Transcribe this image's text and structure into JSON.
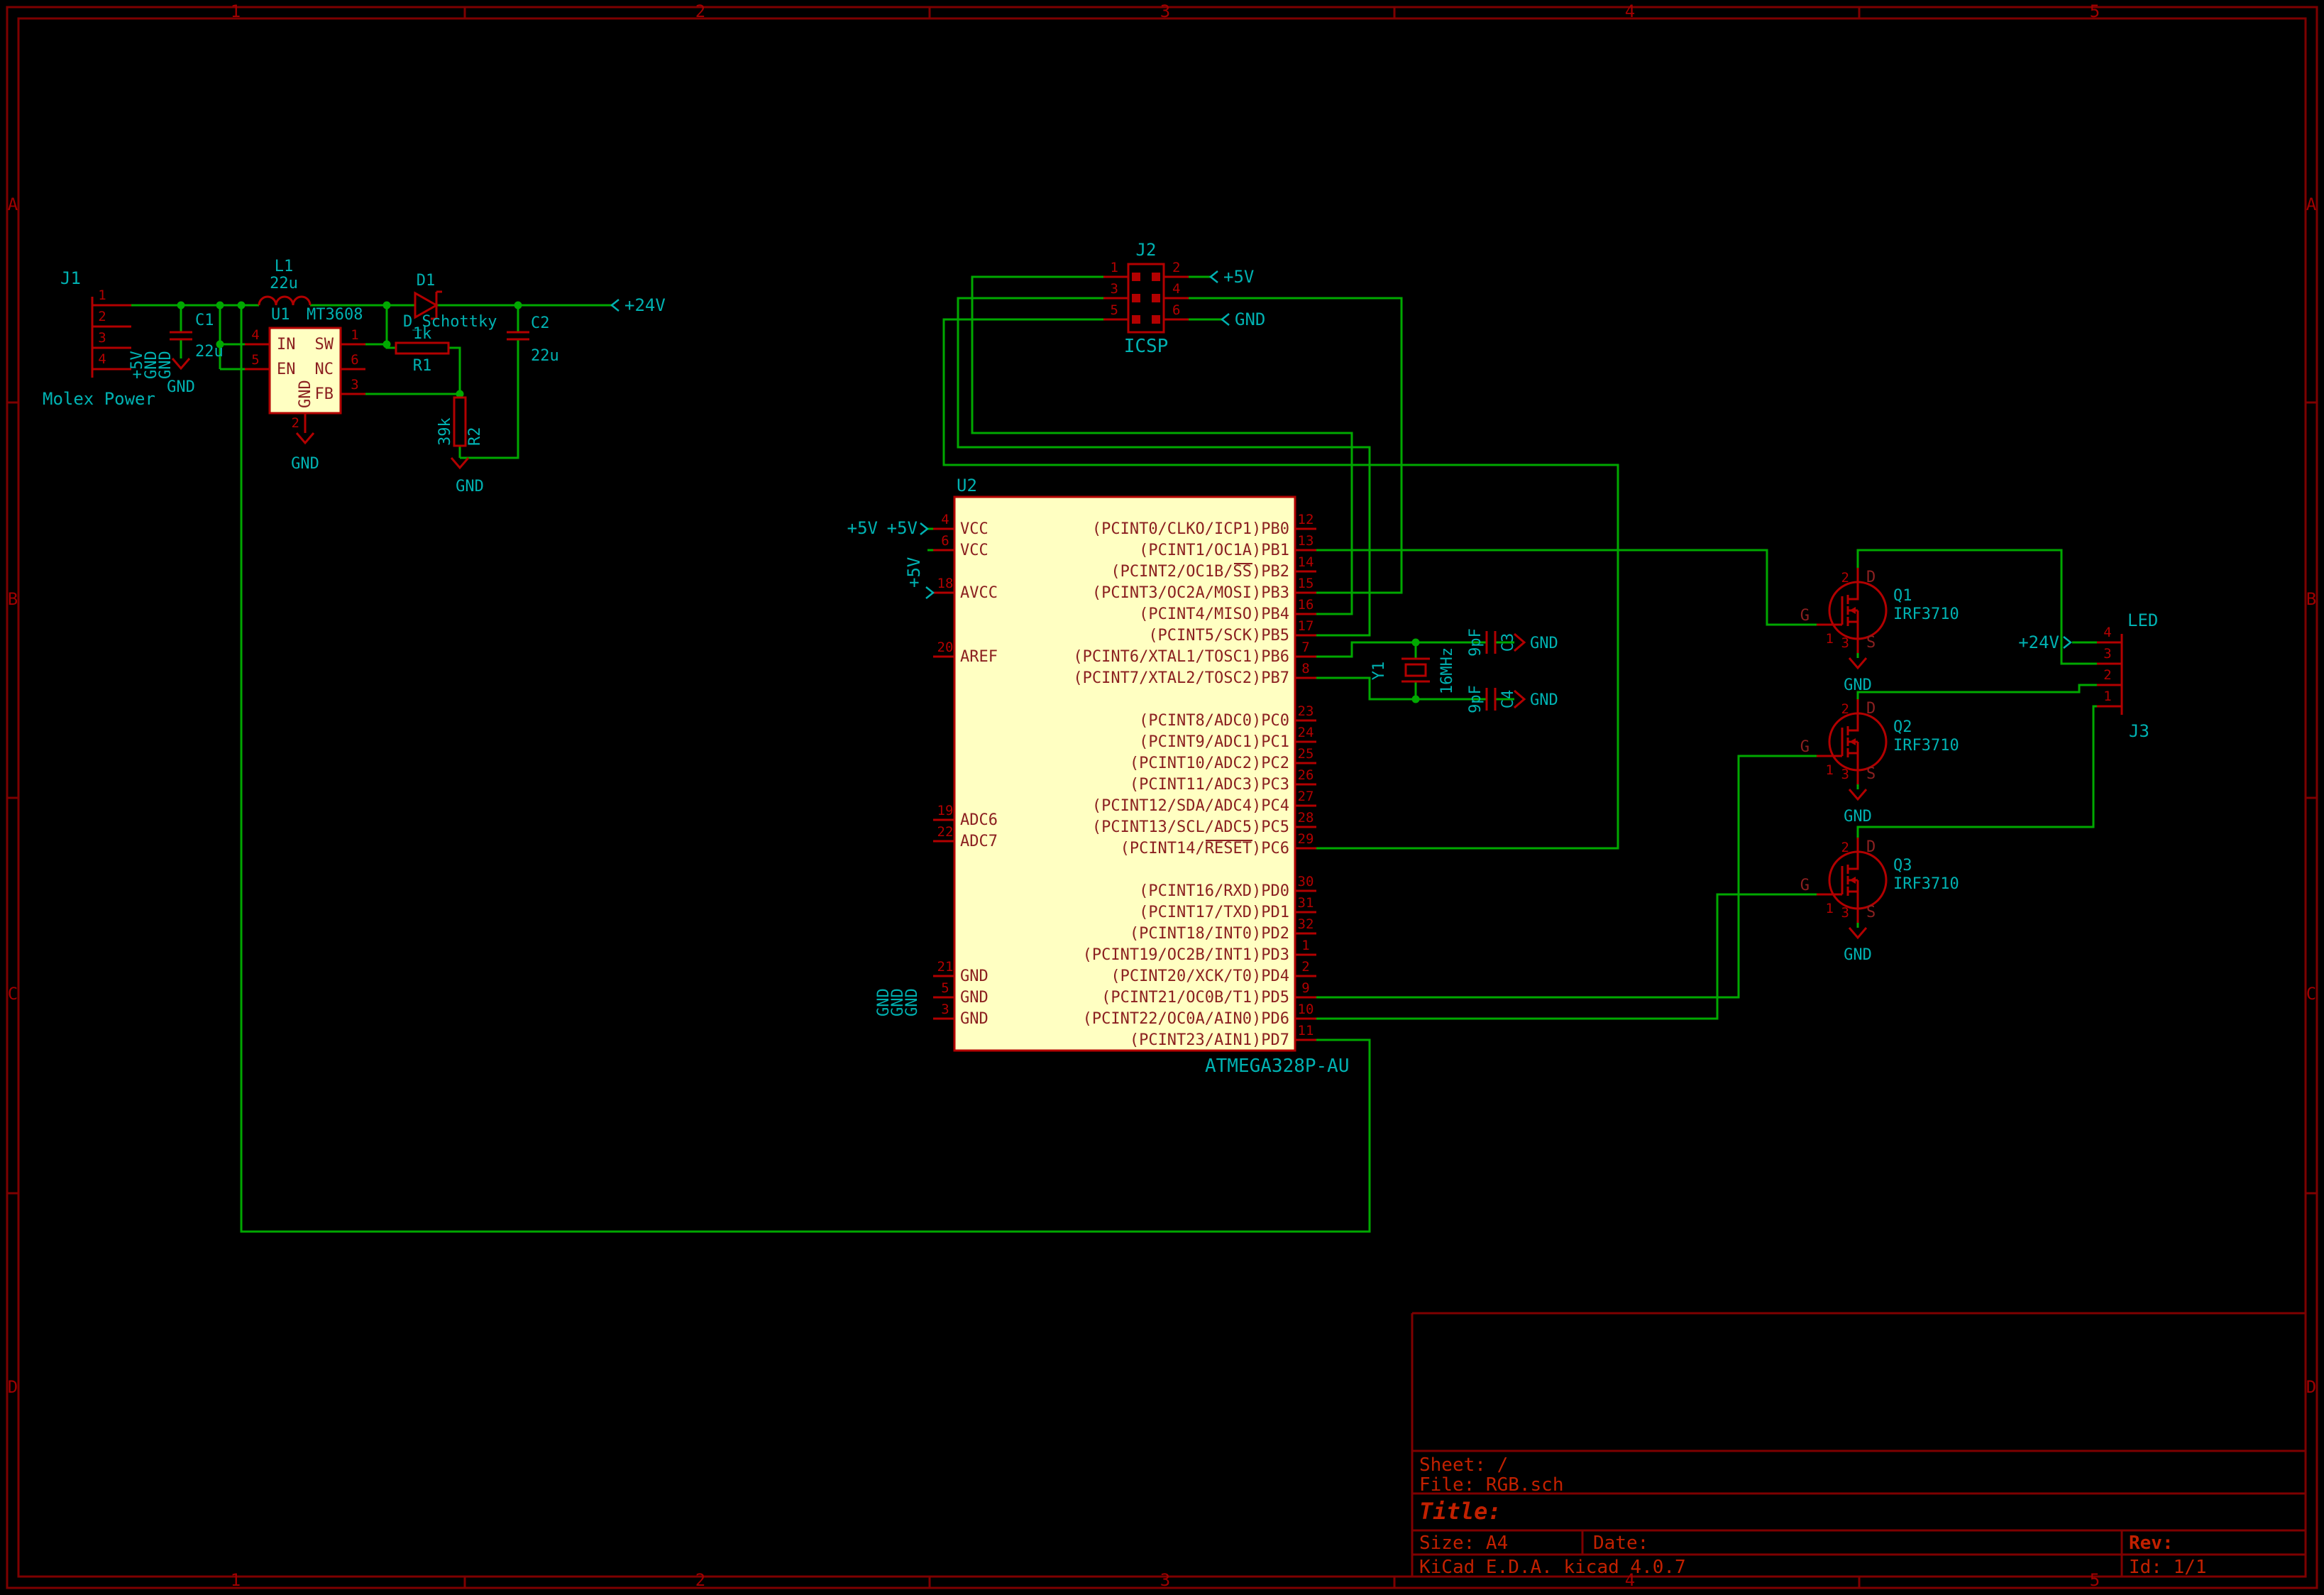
{
  "colors": {
    "background": "#000000",
    "frame": "#7e0000",
    "component": "#b20000",
    "wire": "#00a800",
    "label": "#00b2b2",
    "pin_name": "#8b2020",
    "pin_number": "#b20000",
    "body_fill": "#ffffc2",
    "title_text": "#c22000"
  },
  "frame": {
    "columns": [
      "1",
      "2",
      "3",
      "4",
      "5"
    ],
    "rows": [
      "A",
      "B",
      "C",
      "D"
    ]
  },
  "title_block": {
    "sheet": "Sheet: /",
    "file": "File: RGB.sch",
    "title": "Title:",
    "size": "Size: A4",
    "date": "Date:",
    "rev": "Rev:",
    "app": "KiCad E.D.A.  kicad 4.0.7",
    "id": "Id: 1/1"
  },
  "power_in": {
    "j1": {
      "ref": "J1",
      "name": "Molex Power",
      "pin_numbers": [
        "1",
        "2",
        "3",
        "4"
      ],
      "pin_labels": [
        "+5V",
        "GND",
        "GND"
      ]
    },
    "c1": {
      "ref": "C1",
      "value": "22u"
    },
    "l1": {
      "ref": "L1",
      "value": "22u"
    },
    "u1": {
      "ref": "U1",
      "value": "MT3608",
      "pins": {
        "in": {
          "num": "4",
          "name": "IN"
        },
        "en": {
          "num": "5",
          "name": "EN"
        },
        "sw": {
          "num": "1",
          "name": "SW"
        },
        "nc": {
          "num": "6",
          "name": "NC"
        },
        "fb": {
          "num": "3",
          "name": "FB"
        },
        "gnd": {
          "num": "2",
          "name": "GND"
        }
      }
    },
    "d1": {
      "ref": "D1",
      "value": "D_Schottky"
    },
    "r1": {
      "ref": "R1",
      "value": "1k"
    },
    "r2": {
      "ref": "R2",
      "value": "39k"
    },
    "c2": {
      "ref": "C2",
      "value": "22u"
    },
    "vout_label": "+24V",
    "gnd": "GND"
  },
  "icsp": {
    "ref": "J2",
    "name": "ICSP",
    "pin_numbers": [
      "1",
      "2",
      "3",
      "4",
      "5",
      "6"
    ],
    "vcc_label": "+5V",
    "gnd_label": "GND"
  },
  "mcu": {
    "ref": "U2",
    "value": "ATMEGA328P-AU",
    "vcc_labels": [
      "+5V",
      "+5V",
      "+5V"
    ],
    "gnd_labels": [
      "GND",
      "GND",
      "GND"
    ],
    "left_pins": [
      {
        "num": "4",
        "name": "VCC"
      },
      {
        "num": "6",
        "name": "VCC"
      },
      {
        "num": "18",
        "name": "AVCC"
      },
      {
        "num": "20",
        "name": "AREF"
      },
      {
        "num": "19",
        "name": "ADC6"
      },
      {
        "num": "22",
        "name": "ADC7"
      },
      {
        "num": "21",
        "name": "GND"
      },
      {
        "num": "5",
        "name": "GND"
      },
      {
        "num": "3",
        "name": "GND"
      }
    ],
    "right_pins": [
      {
        "num": "12",
        "name": "(PCINT0/CLKO/ICP1)PB0"
      },
      {
        "num": "13",
        "name": "(PCINT1/OC1A)PB1"
      },
      {
        "num": "14",
        "name": "(PCINT2/OC1B/SS)PB2"
      },
      {
        "num": "15",
        "name": "(PCINT3/OC2A/MOSI)PB3"
      },
      {
        "num": "16",
        "name": "(PCINT4/MISO)PB4"
      },
      {
        "num": "17",
        "name": "(PCINT5/SCK)PB5"
      },
      {
        "num": "7",
        "name": "(PCINT6/XTAL1/TOSC1)PB6"
      },
      {
        "num": "8",
        "name": "(PCINT7/XTAL2/TOSC2)PB7"
      },
      {
        "num": "23",
        "name": "(PCINT8/ADC0)PC0"
      },
      {
        "num": "24",
        "name": "(PCINT9/ADC1)PC1"
      },
      {
        "num": "25",
        "name": "(PCINT10/ADC2)PC2"
      },
      {
        "num": "26",
        "name": "(PCINT11/ADC3)PC3"
      },
      {
        "num": "27",
        "name": "(PCINT12/SDA/ADC4)PC4"
      },
      {
        "num": "28",
        "name": "(PCINT13/SCL/ADC5)PC5"
      },
      {
        "num": "29",
        "name": "(PCINT14/RESET)PC6"
      },
      {
        "num": "30",
        "name": "(PCINT16/RXD)PD0"
      },
      {
        "num": "31",
        "name": "(PCINT17/TXD)PD1"
      },
      {
        "num": "32",
        "name": "(PCINT18/INT0)PD2"
      },
      {
        "num": "1",
        "name": "(PCINT19/OC2B/INT1)PD3"
      },
      {
        "num": "2",
        "name": "(PCINT20/XCK/T0)PD4"
      },
      {
        "num": "9",
        "name": "(PCINT21/OC0B/T1)PD5"
      },
      {
        "num": "10",
        "name": "(PCINT22/OC0A/AIN0)PD6"
      },
      {
        "num": "11",
        "name": "(PCINT23/AIN1)PD7"
      }
    ]
  },
  "xtal": {
    "y1": {
      "ref": "Y1",
      "value": "16MHz"
    },
    "c3": {
      "ref": "C3",
      "value": "9pF"
    },
    "c4": {
      "ref": "C4",
      "value": "9pF"
    },
    "gnd": "GND"
  },
  "fets": {
    "pin_labels": {
      "g": "G",
      "d": "D",
      "s": "S",
      "gnum": "1",
      "dnum": "2",
      "snum": "3"
    },
    "items": [
      {
        "ref": "Q1",
        "value": "IRF3710"
      },
      {
        "ref": "Q2",
        "value": "IRF3710"
      },
      {
        "ref": "Q3",
        "value": "IRF3710"
      }
    ],
    "gnd": "GND"
  },
  "led_conn": {
    "ref": "J3",
    "name": "LED",
    "pin_numbers": [
      "4",
      "3",
      "2",
      "1"
    ],
    "v_label": "+24V"
  }
}
